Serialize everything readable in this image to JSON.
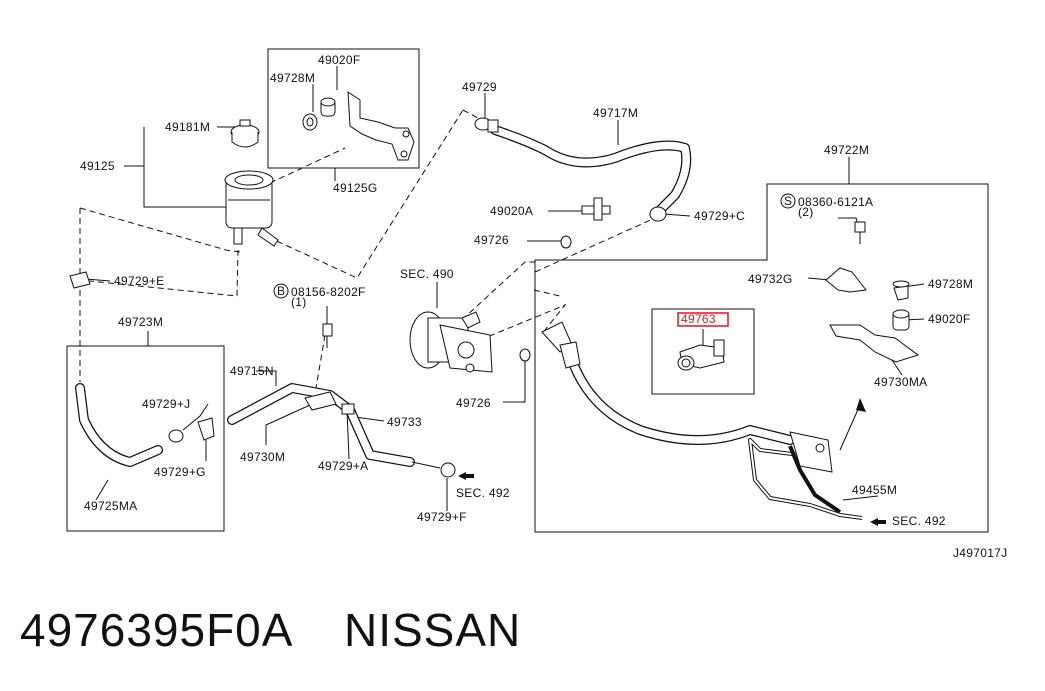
{
  "diagram": {
    "labels": {
      "l49020F_top": "49020F",
      "l49728M_top": "49728M",
      "l49181M": "49181M",
      "l49125": "49125",
      "l49125G": "49125G",
      "l49729_top": "49729",
      "l49717M": "49717M",
      "l49722M": "49722M",
      "l49729C": "49729+C",
      "l49020A": "49020A",
      "l08360": "08360-6121A",
      "l08360q": "(2)",
      "l49726_top": "49726",
      "lsec490": "SEC. 490",
      "l49729E": "49729+E",
      "l08156": "08156-8202F",
      "l08156q": "(1)",
      "l49732G": "49732G",
      "l49728M_right": "49728M",
      "l49020F_right": "49020F",
      "l49763": "49763",
      "l49723M": "49723M",
      "l49715N": "49715N",
      "l49729J": "49729+J",
      "l49733": "49733",
      "l49726_bot": "49726",
      "l49730MA": "49730MA",
      "l49730M": "49730M",
      "l49729G": "49729+G",
      "l49729A": "49729+A",
      "l49455M": "49455M",
      "lsec492_left": "SEC. 492",
      "lsec492_right": "SEC. 492",
      "l49725MA": "49725MA",
      "l49729F": "49729+F",
      "ldiagram_code": "J497017J"
    },
    "circle_markers": {
      "m08360": "S",
      "m08156": "B"
    },
    "highlight_color": "#e0141e"
  },
  "caption": {
    "part_number": "4976395F0A",
    "brand": "NISSAN"
  }
}
